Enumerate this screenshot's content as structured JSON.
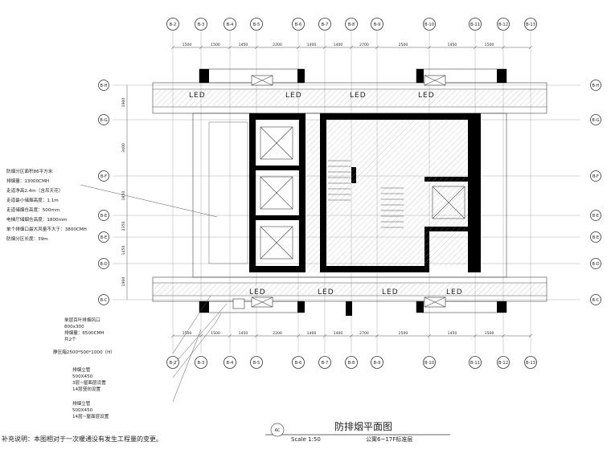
{
  "title": {
    "main": "防排烟平面图",
    "scale": "Scale 1:50",
    "sub": "公寓6~17F标准层",
    "badge": "AC"
  },
  "footnote": "补充说明：本图相对于一次暖通没有发生工程量的变更。",
  "axes_top": [
    "B-2",
    "B-3",
    "B-4",
    "B-5",
    "B-6",
    "B-7",
    "B-8",
    "B-9",
    "B-10",
    "B-11",
    "B-12",
    "B-13"
  ],
  "dims_top": [
    "1500",
    "1500",
    "1450",
    "2200",
    "1400",
    "1400",
    "2700",
    "2500",
    "1450",
    "1500"
  ],
  "axes_left": [
    "B-H",
    "B-G",
    "B-F",
    "B-E",
    "B-E",
    "B-D",
    "B-C"
  ],
  "axes_right": [
    "B-H",
    "B-G",
    "B-F",
    "B-E",
    "B-E",
    "B-D",
    "B-C"
  ],
  "dims_left": [
    "1900",
    "3400",
    "1850",
    "2350",
    "1450",
    "1900"
  ],
  "led": [
    "LED",
    "LED",
    "LED",
    "LED",
    "LED",
    "LED",
    "LED",
    "LED"
  ],
  "notes_left": [
    "防烟分区面积86平方米",
    "排烟量：13000CMH",
    "走道净高2.4m（含吊天花）",
    "走道最小储烟高度：1.1m",
    "走道储烟仓高度：500mm",
    "电梯厅储烟仓高度：1800mm",
    "单个排烟口最大风量不大于：3800CMH",
    "防烟分区长度：39m"
  ],
  "notes_bottom": [
    {
      "lines": [
        "单层百叶排烟风口",
        "800x300",
        "排烟量：6500CMH",
        "共2个"
      ]
    },
    {
      "lines": [
        "静压箱2500*500*1000（H）"
      ]
    },
    {
      "lines": [
        "排烟立管",
        "500X450",
        "3层~屋面层设置",
        "14层竖向设置"
      ]
    },
    {
      "lines": [
        "排烟立管",
        "500X450",
        "14层~屋面层设置"
      ]
    }
  ]
}
